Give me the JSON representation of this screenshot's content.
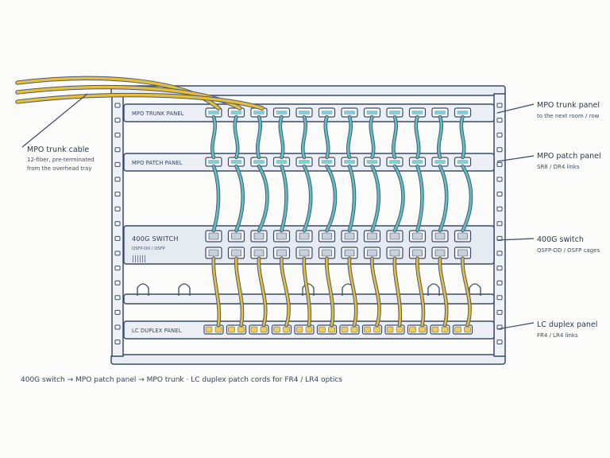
{
  "units": {
    "trunk_panel": "MPO TRUNK PANEL",
    "patch_panel": "MPO PATCH PANEL",
    "switch": {
      "title": "400G SWITCH",
      "sub": "QSFP-DD / OSFP",
      "bars": "||||||"
    },
    "lc_panel": "LC DUPLEX PANEL"
  },
  "callouts": {
    "trunk_cable": {
      "title": "MPO trunk cable",
      "line1": "12-fiber, pre-terminated",
      "line2": "from the overhead tray"
    },
    "trunk_panel": {
      "title": "MPO trunk panel",
      "sub": "to the next room / row"
    },
    "patch_panel": {
      "title": "MPO patch panel",
      "sub": "SR8 / DR4 links"
    },
    "switch": {
      "title": "400G switch",
      "sub": "QSFP-DD / OSFP cages"
    },
    "lc_panel": {
      "title": "LC duplex panel",
      "sub": "FR4 / LR4 links"
    }
  },
  "caption": "400G switch → MPO patch panel → MPO trunk · LC duplex patch cords for FR4 / LR4 optics",
  "counts": {
    "mpo_ports": 12,
    "switch_ports_per_row": 12,
    "lc_duplex_ports": 12,
    "trunk_cables": 3,
    "cable_manager_hooks": 6
  },
  "colors": {
    "mpo_fiber": "#5cc2c6",
    "lc_fiber": "#e5bf3c",
    "trunk_fiber": "#e5bf3c",
    "frame": "#e9edf4",
    "outline": "#3b4a66",
    "port_mpo": "#7fcfd4",
    "port_switch": "#c8d0dc",
    "port_lc": "#f1cd57"
  }
}
